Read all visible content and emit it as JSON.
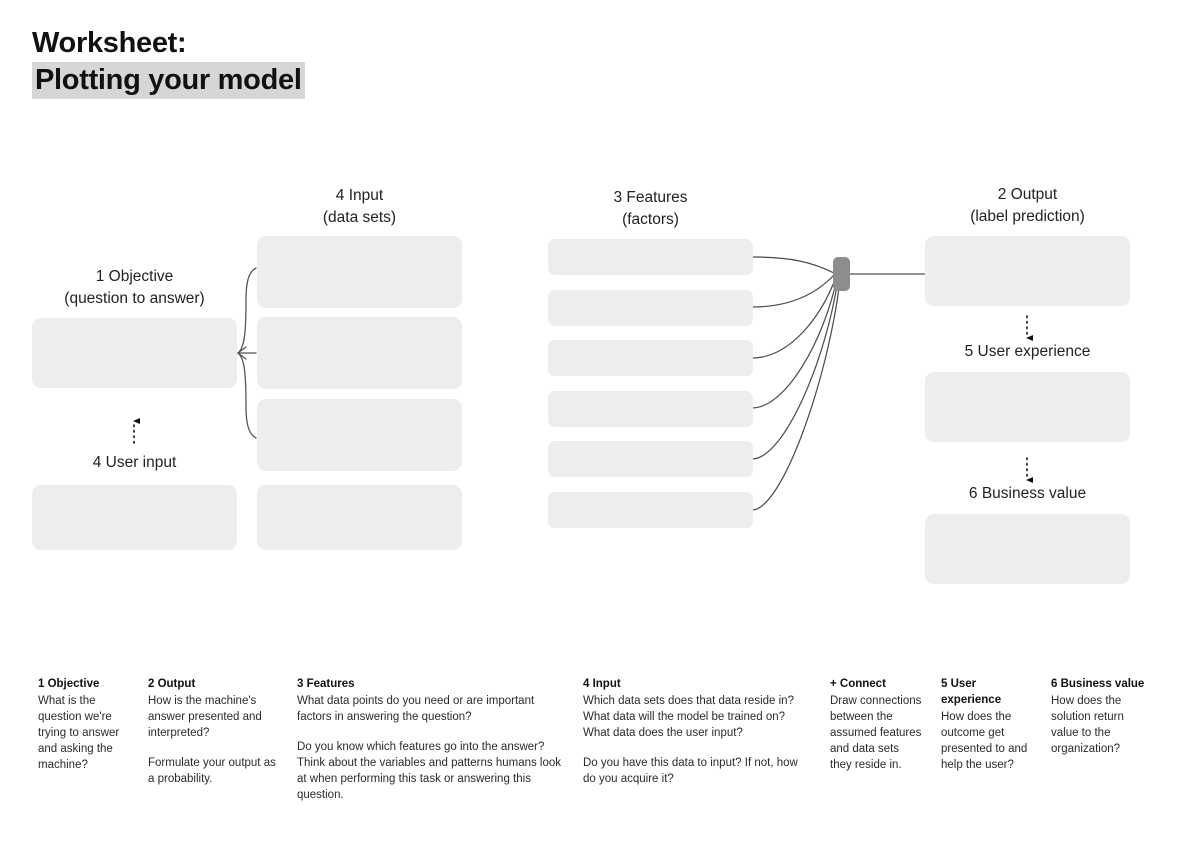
{
  "title": {
    "line1": "Worksheet:",
    "line2": "Plotting your model",
    "highlight_color": "#d6d6d6"
  },
  "colors": {
    "slot_fill": "#ededed",
    "connect_node": "#8d8d8d",
    "connector_line": "#555555",
    "text": "#1a1a1a"
  },
  "diagram": {
    "objective": {
      "heading_line1": "1 Objective",
      "heading_line2": "(question to answer)",
      "slots": 1
    },
    "user_input": {
      "heading": "4 User input",
      "slots": 1,
      "arrow_direction": "up"
    },
    "input": {
      "heading_line1": "4 Input",
      "heading_line2": "(data sets)",
      "slots": 4
    },
    "features": {
      "heading_line1": "3 Features",
      "heading_line2": "(factors)",
      "slots": 6
    },
    "output": {
      "heading_line1": "2 Output",
      "heading_line2": "(label prediction)",
      "slots": 1
    },
    "user_experience": {
      "heading": "5 User experience",
      "slots": 1,
      "arrow_direction": "down"
    },
    "business_value": {
      "heading": "6 Business value",
      "slots": 1,
      "arrow_direction": "down"
    },
    "connect_node_label": "+ Connect"
  },
  "legend": {
    "columns": [
      {
        "title": "1 Objective",
        "paragraphs": [
          "What is the question we're trying to answer and asking the machine?"
        ]
      },
      {
        "title": "2 Output",
        "paragraphs": [
          "How is the machine's answer presented and interpreted?",
          "Formulate your output as a probability."
        ]
      },
      {
        "title": "3 Features",
        "paragraphs": [
          "What data points do you need or are important factors in answering the question?",
          "Do you know which features go into the answer? Think about the variables and patterns humans look at when performing this task or answering this question."
        ]
      },
      {
        "title": "4 Input",
        "paragraphs": [
          "Which data sets does that data reside in? What data will the model be trained on? What data does the user input?",
          "Do you have this data to input? If not, how do you acquire it?"
        ]
      },
      {
        "title": "+ Connect",
        "paragraphs": [
          "Draw connections between the assumed features and data sets they reside in."
        ]
      },
      {
        "title": "5 User experience",
        "paragraphs": [
          "How does the outcome get presented to and help the user?"
        ]
      },
      {
        "title": "6 Business value",
        "paragraphs": [
          "How does the solution return value to the organization?"
        ]
      }
    ]
  }
}
